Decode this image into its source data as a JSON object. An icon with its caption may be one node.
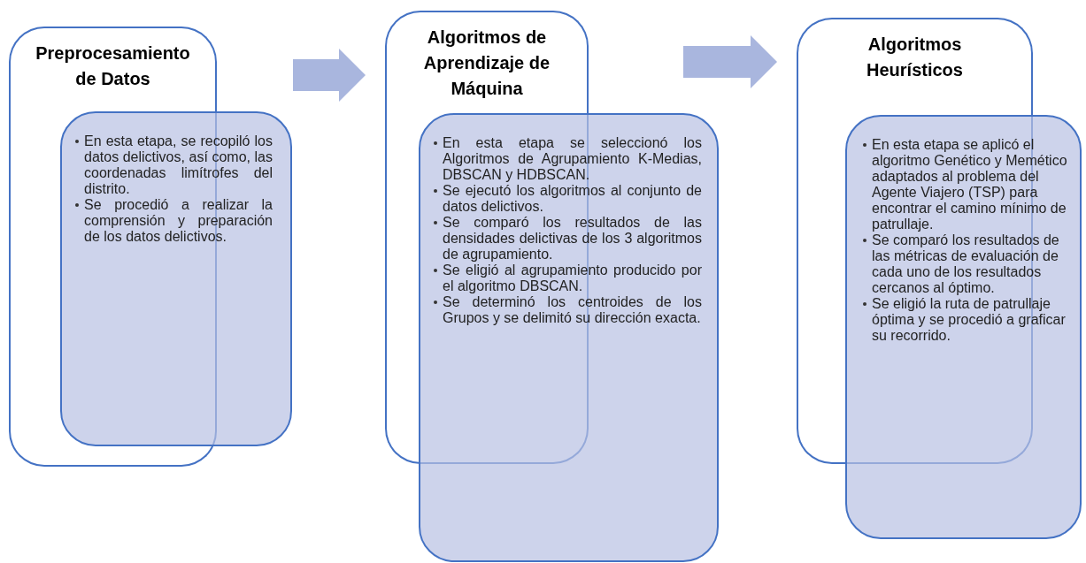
{
  "diagram": {
    "nodes": [
      {
        "text": [
          "Preprocesamiento de Datos"
        ]
      },
      {
        "text": [
          "En esta etapa, se recopiló los datos delictivos, así como, las coordenadas limítrofes del distrito.",
          "Se procedió a realizar la comprensión y preparación de los datos delictivos."
        ]
      },
      {
        "text": [
          "Algoritmos de Aprendizaje de Máquina"
        ]
      },
      {
        "text": [
          "En esta etapa se seleccionó los Algoritmos de Agrupamiento K-Medias, DBSCAN y HDBSCAN.",
          "Se ejecutó los algoritmos al conjunto de datos delictivos.",
          "Se comparó los resultados de las densidades delictivas de los 3 algoritmos de agrupamiento.",
          "Se eligió al agrupamiento producido por el algoritmo DBSCAN.",
          "Se determinó los centroides de los Grupos y se delimitó su dirección exacta."
        ]
      },
      {
        "text": [
          "Algoritmos Heurísticos"
        ]
      },
      {
        "text": [
          "En esta etapa se aplicó el algoritmo Genético y Memético adaptados al problema del Agente Viajero (TSP) para encontrar el camino mínimo de patrullaje.",
          "Se comparó los resultados de las métricas de evaluación de cada uno de los resultados cercanos al óptimo.",
          "Se eligió la ruta de patrullaje óptima y se procedió a graficar su recorrido."
        ]
      }
    ],
    "edges": [
      {
        "from": 1,
        "to": 2,
        "arrow": "to"
      },
      {
        "from": 3,
        "to": 4,
        "arrow": "to"
      }
    ]
  }
}
